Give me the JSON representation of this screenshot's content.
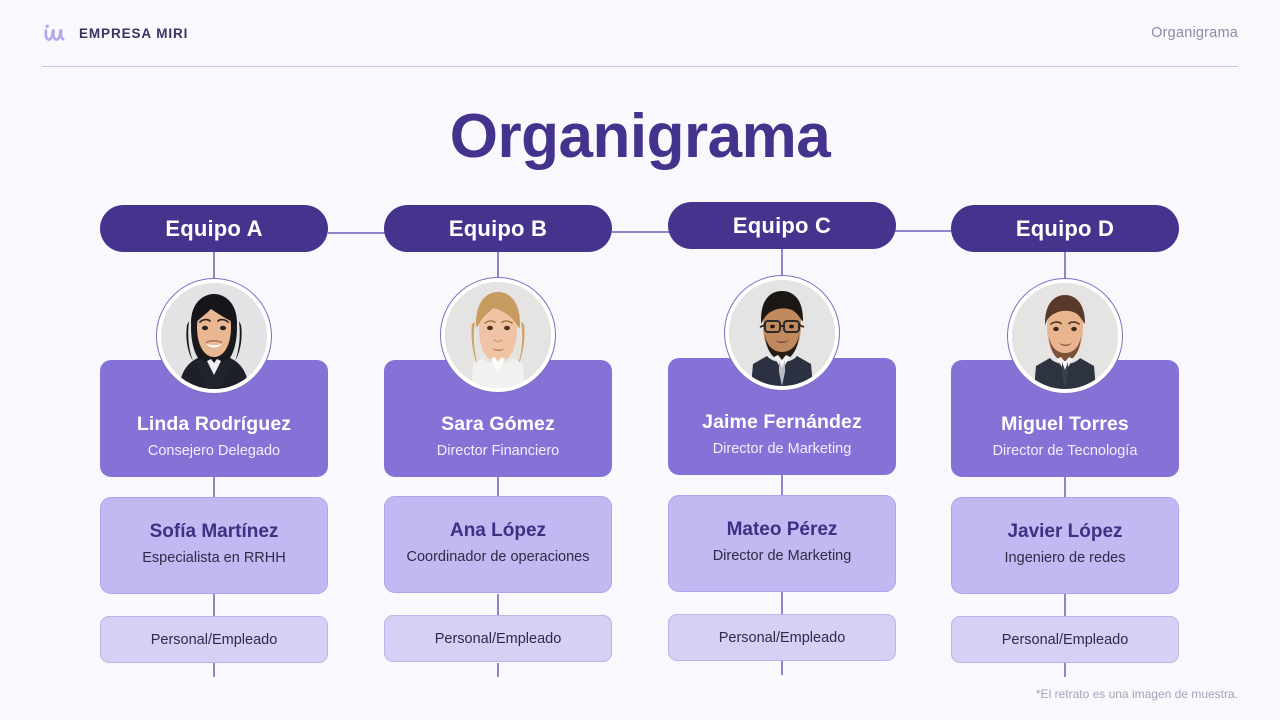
{
  "header": {
    "logo_icon": "miri-brand-icon",
    "brand": "EMPRESA MIRI",
    "right_label": "Organigrama"
  },
  "title": "Organigrama",
  "footnote": "*El retrato es una imagen de muestra.",
  "colors": {
    "background": "#f8f8fd",
    "title": "#44328c",
    "team_pill": "#45338d",
    "lead_card": "#8672d6",
    "mid_card": "#c3b8f2",
    "leaf_card": "#d5d0f4",
    "connector": "#8f85c9",
    "header_rule": "#c9c3e8"
  },
  "columns": [
    {
      "team": "Equipo A",
      "avatar": "portrait-woman-dark-hair",
      "lead": {
        "name": "Linda Rodríguez",
        "role": "Consejero Delegado"
      },
      "mid": {
        "name": "Sofía Martínez",
        "role": "Especialista en RRHH"
      },
      "leaf": {
        "label": "Personal/Empleado"
      }
    },
    {
      "team": "Equipo B",
      "avatar": "portrait-woman-blonde-hair",
      "lead": {
        "name": "Sara Gómez",
        "role": "Director Financiero"
      },
      "mid": {
        "name": "Ana López",
        "role": "Coordinador de operaciones"
      },
      "leaf": {
        "label": "Personal/Empleado"
      }
    },
    {
      "team": "Equipo C",
      "avatar": "portrait-man-glasses-beard",
      "lead": {
        "name": "Jaime Fernández",
        "role": "Director de Marketing"
      },
      "mid": {
        "name": "Mateo Pérez",
        "role": "Director de Marketing"
      },
      "leaf": {
        "label": "Personal/Empleado"
      }
    },
    {
      "team": "Equipo D",
      "avatar": "portrait-man-short-beard",
      "lead": {
        "name": "Miguel Torres",
        "role": "Director de Tecnología"
      },
      "mid": {
        "name": "Javier López",
        "role": "Ingeniero de redes"
      },
      "leaf": {
        "label": "Personal/Empleado"
      }
    }
  ]
}
